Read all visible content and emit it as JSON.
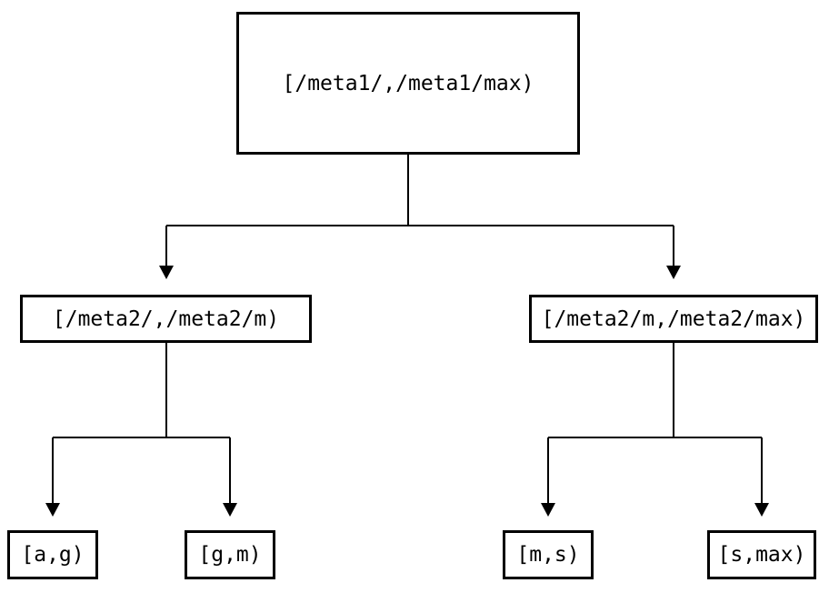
{
  "diagram": {
    "type": "tree",
    "colors": {
      "background": "#ffffff",
      "line": "#000000",
      "text": "#000000",
      "node_border": "#000000",
      "node_fill": "#ffffff"
    },
    "nodes": {
      "root": {
        "label": "[/meta1/,/meta1/max)"
      },
      "left_child": {
        "label": "[/meta2/,/meta2/m)"
      },
      "right_child": {
        "label": "[/meta2/m,/meta2/max)"
      },
      "leaf_a_g": {
        "label": "[a,g)"
      },
      "leaf_g_m": {
        "label": "[g,m)"
      },
      "leaf_m_s": {
        "label": "[m,s)"
      },
      "leaf_s_max": {
        "label": "[s,max)"
      }
    },
    "edges": [
      {
        "from": "root",
        "to": "left_child"
      },
      {
        "from": "root",
        "to": "right_child"
      },
      {
        "from": "left_child",
        "to": "leaf_a_g"
      },
      {
        "from": "left_child",
        "to": "leaf_g_m"
      },
      {
        "from": "right_child",
        "to": "leaf_m_s"
      },
      {
        "from": "right_child",
        "to": "leaf_s_max"
      }
    ]
  }
}
